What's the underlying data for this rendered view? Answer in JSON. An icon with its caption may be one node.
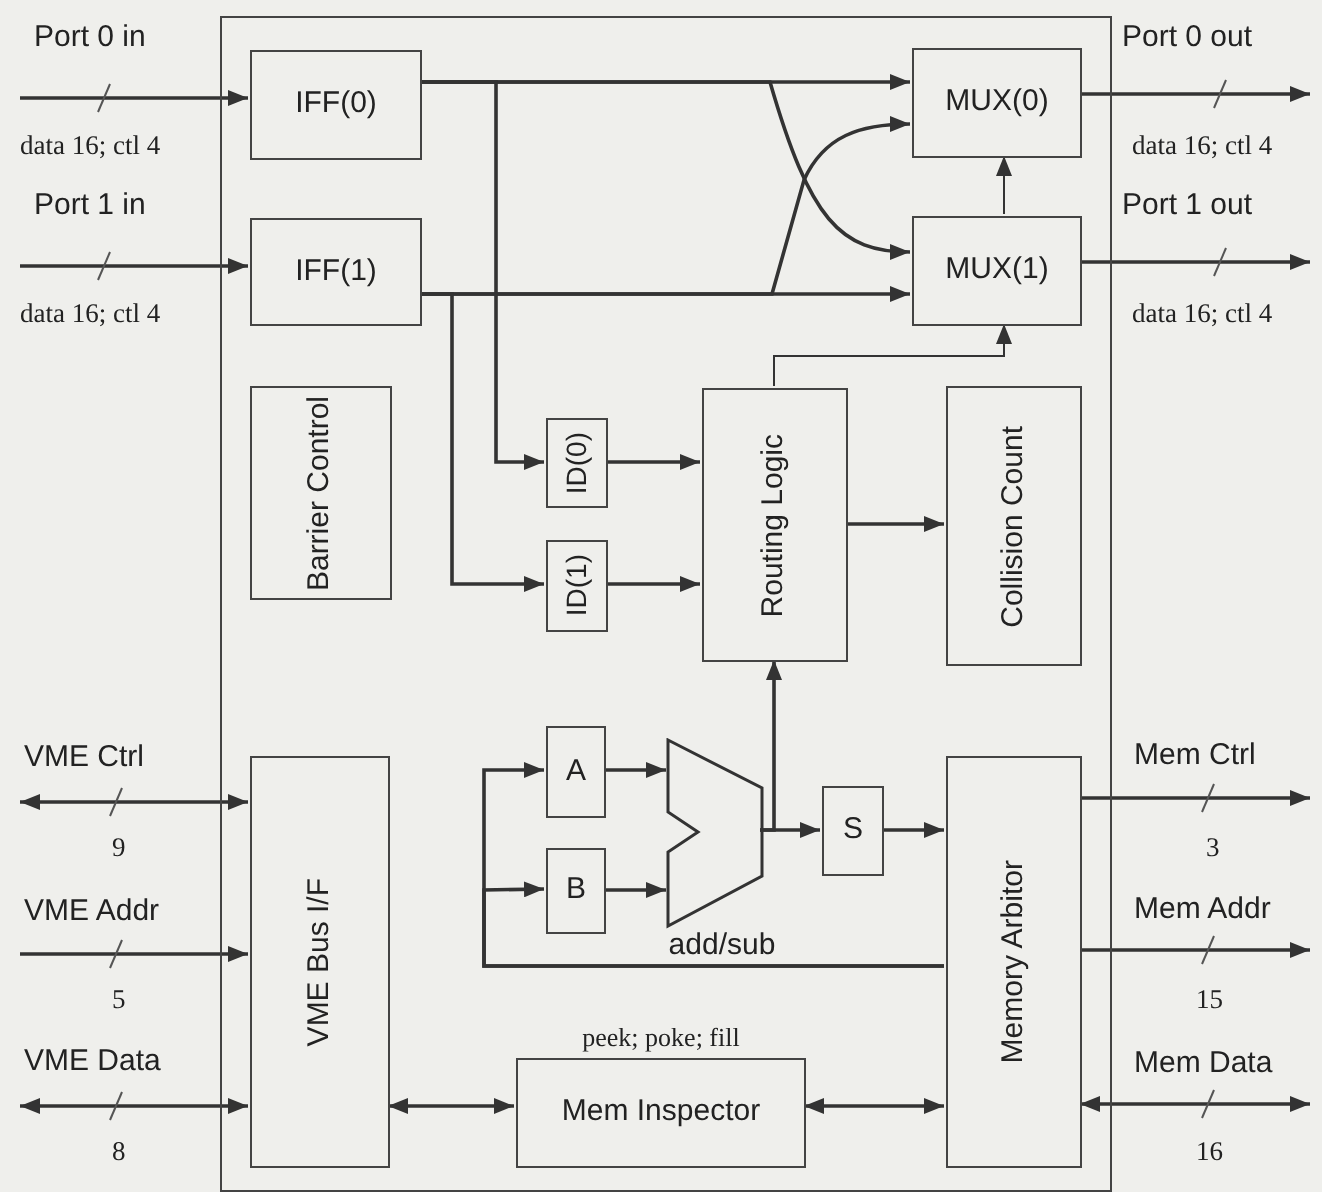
{
  "diagram": {
    "nodes": [
      {
        "text": [],
        "shape": "box"
      },
      {
        "text": [
          "IFF(0)"
        ],
        "in": 0
      },
      {
        "text": [
          "IFF(1)"
        ],
        "in": 0
      },
      {
        "text": [
          "MUX(0)"
        ],
        "in": 0
      },
      {
        "text": [
          "MUX(1)"
        ],
        "in": 0
      },
      {
        "text": [
          "Barrier Control"
        ],
        "in": 0
      },
      {
        "text": [
          "ID(0)"
        ],
        "in": 0
      },
      {
        "text": [
          "ID(1)"
        ],
        "in": 0
      },
      {
        "text": [
          "Routing Logic"
        ],
        "in": 0
      },
      {
        "text": [
          "Collision Count"
        ],
        "in": 0
      },
      {
        "text": [
          "A"
        ],
        "in": 0
      },
      {
        "text": [
          "B"
        ],
        "in": 0
      },
      {
        "text": [
          "add/sub"
        ],
        "in": 0
      },
      {
        "text": [
          "S"
        ],
        "in": 0
      },
      {
        "text": [
          "VME Bus I/F"
        ],
        "in": 0
      },
      {
        "text": [
          "Memory Arbitor"
        ],
        "in": 0
      },
      {
        "text": [
          "Mem Inspector"
        ],
        "in": 0,
        "beside": [
          "peek; poke; fill"
        ]
      }
    ],
    "edges": [
      {
        "from": null,
        "to": 1,
        "arrow": "to",
        "label": "Port 0 in"
      },
      {
        "from": null,
        "to": 2,
        "arrow": "to",
        "label": "Port 1 in"
      },
      {
        "from": 1,
        "to": 3,
        "arrow": "to"
      },
      {
        "from": 1,
        "to": 4,
        "arrow": "to"
      },
      {
        "from": 2,
        "to": 4,
        "arrow": "to"
      },
      {
        "from": 2,
        "to": 3,
        "arrow": "to"
      },
      {
        "from": 1,
        "to": 6,
        "arrow": "to"
      },
      {
        "from": 2,
        "to": 7,
        "arrow": "to"
      },
      {
        "from": 6,
        "to": 8,
        "arrow": "to"
      },
      {
        "from": 7,
        "to": 8,
        "arrow": "to"
      },
      {
        "from": 8,
        "to": 4,
        "arrow": "to"
      },
      {
        "from": 4,
        "to": 3,
        "arrow": "to"
      },
      {
        "from": 8,
        "to": 9,
        "arrow": "to"
      },
      {
        "from": 3,
        "to": null,
        "arrow": "to",
        "label": "Port 0 out"
      },
      {
        "from": 4,
        "to": null,
        "arrow": "to",
        "label": "Port 1 out"
      },
      {
        "from": null,
        "to": 14,
        "arrow": "both",
        "label": "VME Ctrl"
      },
      {
        "from": null,
        "to": 14,
        "arrow": "to",
        "label": "VME Addr"
      },
      {
        "from": null,
        "to": 14,
        "arrow": "both",
        "label": "VME Data"
      },
      {
        "from": 14,
        "to": 16,
        "arrow": "both"
      },
      {
        "from": 16,
        "to": 15,
        "arrow": "both"
      },
      {
        "from": 15,
        "to": null,
        "arrow": "to",
        "label": "Mem Ctrl"
      },
      {
        "from": 15,
        "to": null,
        "arrow": "to",
        "label": "Mem Addr"
      },
      {
        "from": null,
        "to": 15,
        "arrow": "both",
        "label": "Mem Data"
      },
      {
        "from": 10,
        "to": 12,
        "arrow": "to"
      },
      {
        "from": 11,
        "to": 12,
        "arrow": "to"
      },
      {
        "from": 12,
        "to": 13,
        "arrow": "to"
      },
      {
        "from": 12,
        "to": 8,
        "arrow": "to"
      },
      {
        "from": 13,
        "to": 15,
        "arrow": "to"
      },
      {
        "from": 15,
        "to": 10,
        "arrow": "to"
      },
      {
        "from": 15,
        "to": 11,
        "arrow": "to"
      }
    ],
    "labels": [
      "data 16; ctl 4",
      "data 16; ctl 4",
      "data 16; ctl 4",
      "data 16; ctl 4",
      "9",
      "3",
      "5",
      "15",
      "8",
      "16"
    ]
  }
}
